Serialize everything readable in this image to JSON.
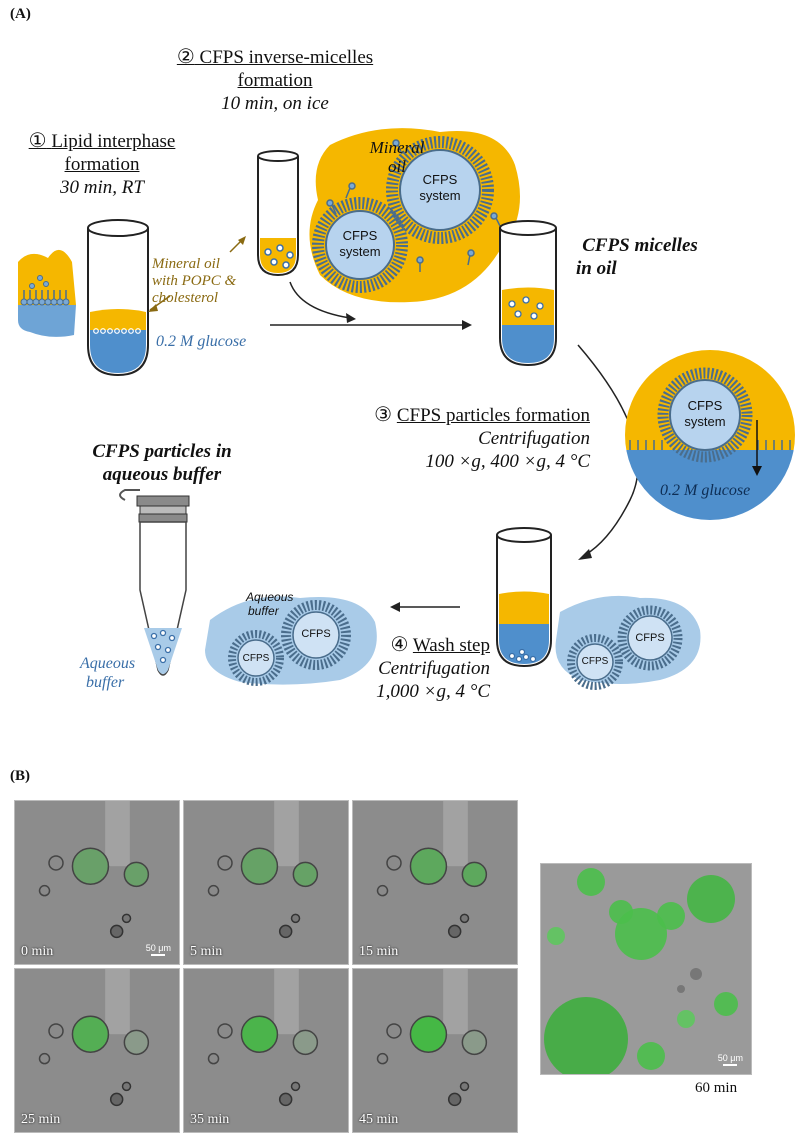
{
  "panel_a": {
    "label": "(A)",
    "step1": {
      "num": "①",
      "title_line1": "Lipid interphase",
      "title_line2": "formation",
      "sub": "30 min, RT"
    },
    "step2": {
      "num": "②",
      "title_line1": "CFPS inverse-micelles",
      "title_line2": "formation",
      "sub": "10 min, on ice"
    },
    "step3": {
      "num": "③",
      "title": "CFPS particles formation",
      "sub1": "Centrifugation",
      "sub2": "100 ×g, 400 ×g, 4 °C"
    },
    "step4": {
      "num": "④",
      "title": "Wash step",
      "sub1": "Centrifugation",
      "sub2": "1,000 ×g, 4 °C"
    },
    "mineral_oil_label": "Mineral oil with POPC & cholesterol",
    "mineral_oil_line1": "Mineral oil",
    "mineral_oil_line2": "with POPC &",
    "mineral_oil_line3": "cholesterol",
    "glucose_label": "0.2 M glucose",
    "mineral_oil_bubble_line1": "Mineral",
    "mineral_oil_bubble_line2": "oil",
    "cfps_system_line1": "CFPS",
    "cfps_system_line2": "system",
    "cfps_micelles_line1": "CFPS micelles",
    "cfps_micelles_line2": "in oil",
    "zoom_glucose": "0.2 M glucose",
    "particles_title_line1": "CFPS particles in",
    "particles_title_line2": "aqueous buffer",
    "aqueous_buffer_line1": "Aqueous",
    "aqueous_buffer_line2": "buffer",
    "cfps_short": "CFPS"
  },
  "panel_b": {
    "label": "(B)",
    "frames": [
      {
        "time": "0 min",
        "green": 0.25
      },
      {
        "time": "5 min",
        "green": 0.3
      },
      {
        "time": "15 min",
        "green": 0.45
      },
      {
        "time": "25 min",
        "green": 0.6
      },
      {
        "time": "35 min",
        "green": 0.75
      },
      {
        "time": "45 min",
        "green": 0.85
      }
    ],
    "scale_bar": "50 μm",
    "final_time": "60 min",
    "final_scale": "50 μm"
  },
  "colors": {
    "oil": "#f5b700",
    "glucose": "#4f8fcc",
    "light_blue": "#a9cbe8",
    "membrane": "#4a6d8c",
    "gfp": "#4fc24f"
  }
}
